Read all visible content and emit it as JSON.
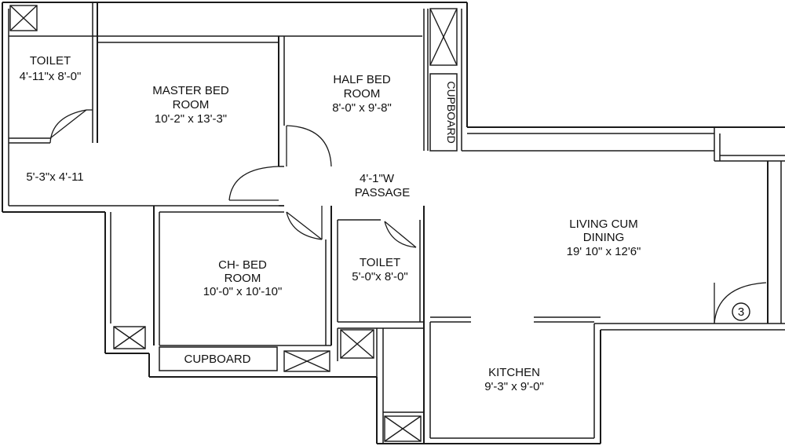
{
  "rooms": {
    "toilet_main": {
      "name": "TOILET",
      "size": "4'-11\"x 8'-0\""
    },
    "master_bed": {
      "name_line1": "MASTER BED",
      "name_line2": "ROOM",
      "size": "10'-2\"  x  13'-3\""
    },
    "dress_area": {
      "size": "5'-3\"x 4'-11"
    },
    "half_bed": {
      "name_line1": "HALF BED",
      "name_line2": "ROOM",
      "size": "8'-0\"  x  9'-8\""
    },
    "cupboard_vertical": {
      "label": "CUPBOARD"
    },
    "passage": {
      "size": "4'-1\"W",
      "name": "PASSAGE"
    },
    "living": {
      "name_line1": "LIVING CUM",
      "name_line2": "DINING",
      "size": "19' 10\" x  12'6\""
    },
    "ch_bed": {
      "name_line1": "CH- BED",
      "name_line2": "ROOM",
      "size": "10'-0\" x 10'-10\""
    },
    "toilet_second": {
      "name": "TOILET",
      "size": "5'-0\"x 8'-0\""
    },
    "cupboard_horizontal": {
      "label": "CUPBOARD"
    },
    "kitchen": {
      "name": "KITCHEN",
      "size": "9'-3\"  x  9'-0\""
    }
  },
  "marker": {
    "number": "3"
  }
}
